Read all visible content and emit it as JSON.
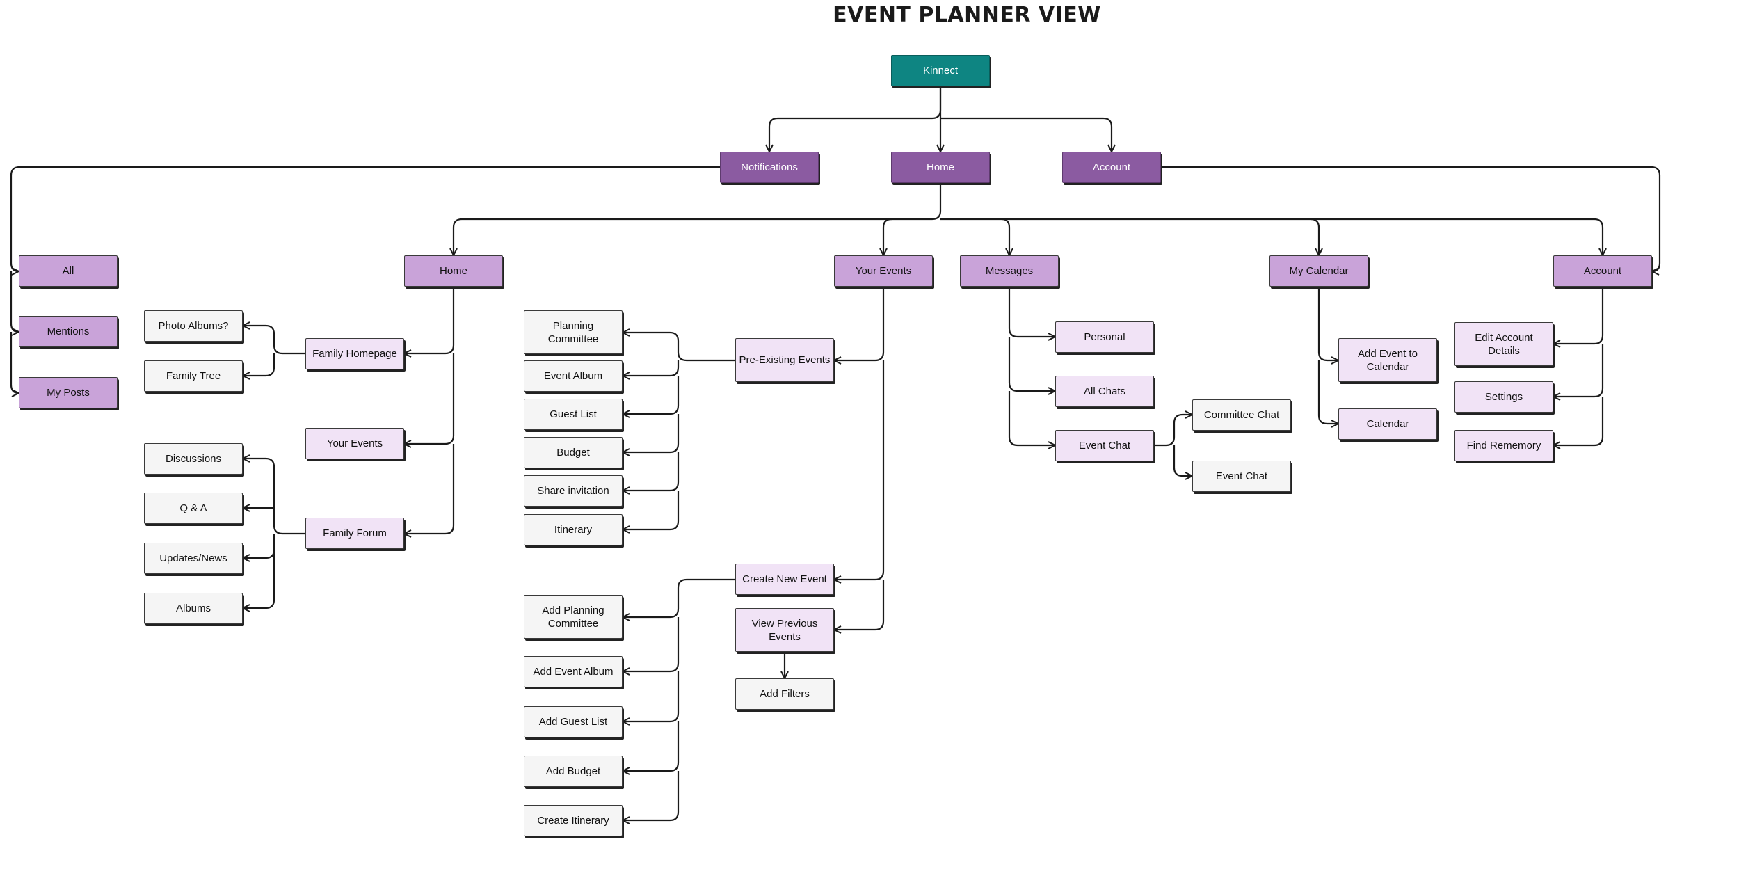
{
  "title": "EVENT PLANNER VIEW",
  "colors": {
    "root": "#0e8582",
    "level1": "#8b5ba1",
    "level2": "#c9a3d9",
    "level3": "#f1e3f6",
    "leaf": "#f5f5f5",
    "edge": "#1a1a1a"
  },
  "nodes": {
    "kinnect": "Kinnect",
    "notifications": "Notifications",
    "home": "Home",
    "account": "Account",
    "all": "All",
    "mentions": "Mentions",
    "my_posts": "My Posts",
    "home2": "Home",
    "your_events": "Your Events",
    "messages": "Messages",
    "my_calendar": "My Calendar",
    "account2": "Account",
    "photo_albums": "Photo Albums?",
    "family_tree": "Family Tree",
    "family_homepage": "Family Homepage",
    "your_events_home": "Your Events",
    "discussions": "Discussions",
    "qa": "Q & A",
    "updates_news": "Updates/News",
    "albums": "Albums",
    "family_forum": "Family Forum",
    "planning_committee": "Planning Committee",
    "event_album": "Event Album",
    "guest_list": "Guest List",
    "budget": "Budget",
    "share_invitation": "Share invitation",
    "itinerary": "Itinerary",
    "pre_existing_events": "Pre-Existing Events",
    "create_new_event": "Create New Event",
    "view_previous_events": "View Previous Events",
    "add_filters": "Add Filters",
    "add_planning_committee": "Add Planning Committee",
    "add_event_album": "Add Event Album",
    "add_guest_list": "Add Guest List",
    "add_budget": "Add Budget",
    "create_itinerary": "Create Itinerary",
    "personal": "Personal",
    "all_chats": "All Chats",
    "event_chat": "Event Chat",
    "committee_chat": "Committee Chat",
    "event_chat_sub": "Event Chat",
    "add_event_to_calendar": "Add Event to Calendar",
    "calendar": "Calendar",
    "edit_account_details": "Edit Account Details",
    "settings": "Settings",
    "find_rememory": "Find Rememory"
  }
}
